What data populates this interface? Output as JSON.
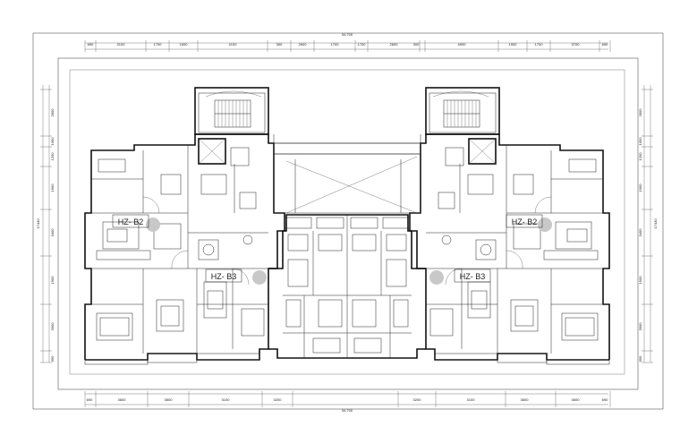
{
  "drawing": {
    "overall_dims": {
      "top": "34,700",
      "bottom": "34,700",
      "left": "17440",
      "right": "17440"
    },
    "top_dims": [
      "690",
      "3100",
      "1700",
      "1600",
      "4100",
      "300",
      "2600",
      "1700",
      "1700",
      "2600",
      "300",
      "4900",
      "1900",
      "1700",
      "3700",
      "690"
    ],
    "bottom_dims": [
      "690",
      "3600",
      "3800",
      "3100",
      "3200",
      "3200",
      "3100",
      "3800",
      "3600",
      "690"
    ],
    "left_dims": [
      "2800",
      "1050",
      "1200",
      "1900",
      "3400",
      "1900",
      "3900",
      "690"
    ],
    "right_dims": [
      "2800",
      "1050",
      "1200",
      "1900",
      "3400",
      "1900",
      "3900",
      "690"
    ],
    "unit_labels": [
      {
        "id": "b2-left",
        "text": "HZ- B2"
      },
      {
        "id": "b3-left",
        "text": "HZ- B3"
      },
      {
        "id": "b3-right",
        "text": "HZ- B3"
      },
      {
        "id": "b2-right",
        "text": "HZ- B2"
      }
    ],
    "marker_color": "#c8c8c8"
  }
}
